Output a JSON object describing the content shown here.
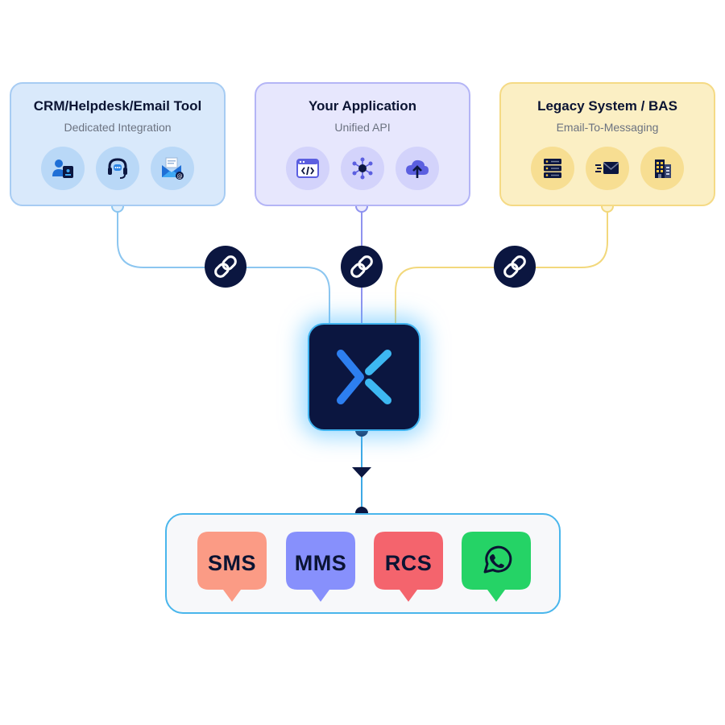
{
  "sources": [
    {
      "title": "CRM/Helpdesk/Email Tool",
      "subtitle": "Dedicated Integration"
    },
    {
      "title": "Your Application",
      "subtitle": "Unified API"
    },
    {
      "title": "Legacy System / BAS",
      "subtitle": "Email-To-Messaging"
    }
  ],
  "channels": [
    "SMS",
    "MMS",
    "RCS"
  ],
  "colors": {
    "crm": "#d9e9fb",
    "app": "#e7e7fd",
    "legacy": "#fbefc4",
    "hub": "#0b1640",
    "sms": "#fb9b85",
    "mms": "#8790fc",
    "rcs": "#f4646d",
    "whatsapp": "#25d366"
  }
}
